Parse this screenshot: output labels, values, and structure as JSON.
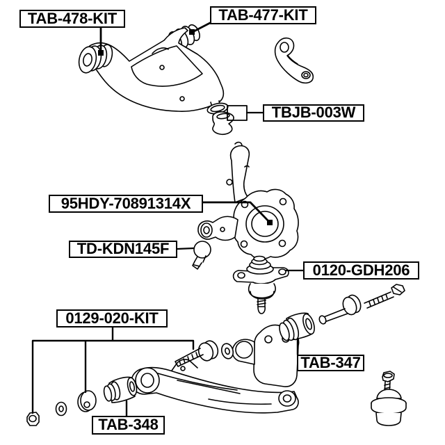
{
  "diagram": {
    "type": "exploded-parts-diagram",
    "background_color": "#ffffff",
    "line_color": "#000000",
    "labels": {
      "tab_478_kit": "TAB-478-KIT",
      "tab_477_kit": "TAB-477-KIT",
      "tbjb_003w": "TBJB-003W",
      "hdy_70891314x": "95HDY-70891314X",
      "td_kdn145f": "TD-KDN145F",
      "gdh206": "0120-GDH206",
      "kit_0129_020": "0129-020-KIT",
      "tab_347": "TAB-347",
      "tab_348": "TAB-348"
    }
  }
}
